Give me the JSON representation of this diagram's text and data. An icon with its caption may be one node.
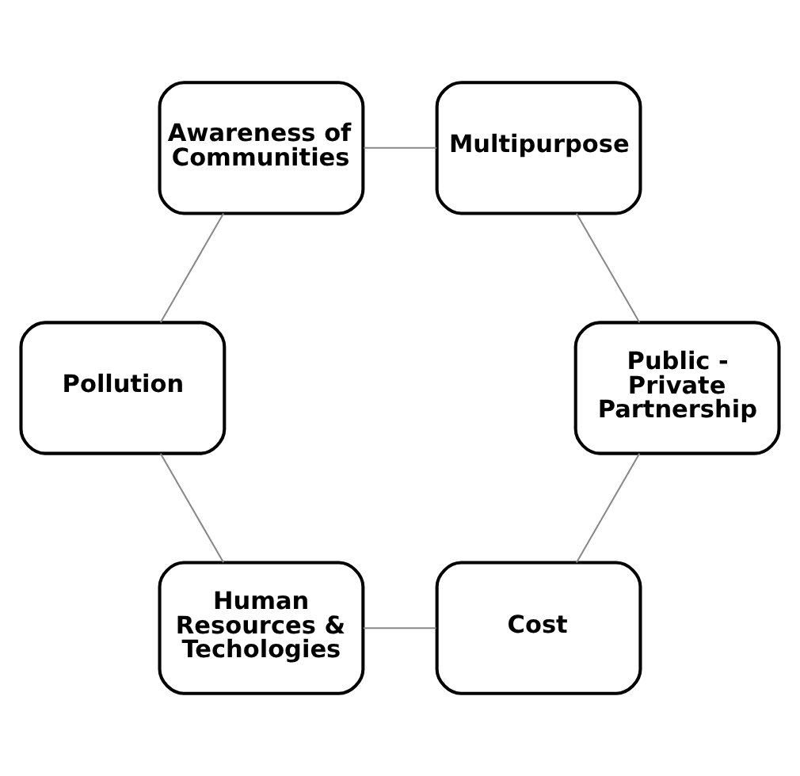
{
  "diagram": {
    "nodes": [
      {
        "text": [
          "Cost"
        ]
      },
      {
        "text": [
          "Public - Private Partnership"
        ]
      },
      {
        "text": [
          "Human Resources & Techologies"
        ]
      },
      {
        "text": [
          "Multipurpose"
        ]
      },
      {
        "text": [
          "Pollution"
        ]
      },
      {
        "text": [
          "Awareness of Communities"
        ]
      }
    ],
    "edges": [
      {
        "from": 0,
        "to": 2,
        "arrow": "none"
      },
      {
        "from": 2,
        "to": 4,
        "arrow": "none"
      },
      {
        "from": 4,
        "to": 5,
        "arrow": "none"
      },
      {
        "from": 5,
        "to": 3,
        "arrow": "none"
      },
      {
        "from": 3,
        "to": 1,
        "arrow": "none"
      },
      {
        "from": 1,
        "to": 0,
        "arrow": "none"
      }
    ]
  }
}
